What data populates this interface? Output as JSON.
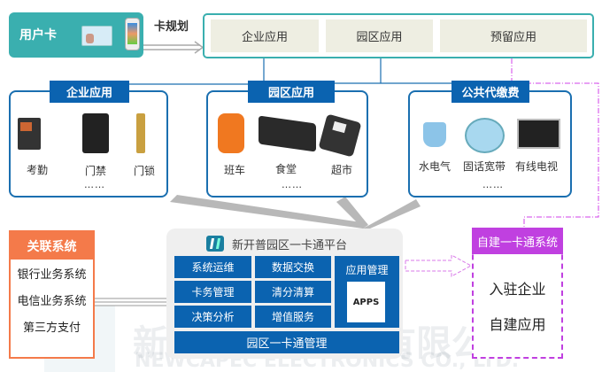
{
  "user_card": {
    "label": "用户卡"
  },
  "card_planning": {
    "label": "卡规划"
  },
  "top_apps": [
    "企业应用",
    "园区应用",
    "预留应用"
  ],
  "panels": [
    {
      "title": "企业应用",
      "items": [
        "考勤",
        "门禁",
        "门锁"
      ],
      "more": "……"
    },
    {
      "title": "园区应用",
      "items": [
        "班车",
        "食堂",
        "超市"
      ],
      "more": "……"
    },
    {
      "title": "公共代缴费",
      "items": [
        "水电气",
        "固话宽带",
        "有线电视"
      ],
      "more": "……"
    }
  ],
  "related": {
    "title": "关联系统",
    "items": [
      "银行业务系统",
      "电信业务系统",
      "第三方支付"
    ]
  },
  "platform": {
    "title": "新开普园区一卡通平台",
    "modules": [
      "系统运维",
      "数据交换",
      "卡务管理",
      "清分清算",
      "决策分析",
      "增值服务"
    ],
    "app_mgmt": "应用管理",
    "apps": "APPS",
    "bottom": "园区一卡通管理"
  },
  "self_built": {
    "title": "自建一卡通系统",
    "lines": [
      "入驻企业",
      "自建应用"
    ]
  },
  "watermark": {
    "cn": "新开普电子股份有限公司",
    "en": "NEWCAPEC ELECTRONICS CO., LTD."
  },
  "colors": {
    "teal": "#3aafaf",
    "blue": "#0b63b0",
    "orange": "#f47a4a",
    "magenta": "#c040e0"
  }
}
